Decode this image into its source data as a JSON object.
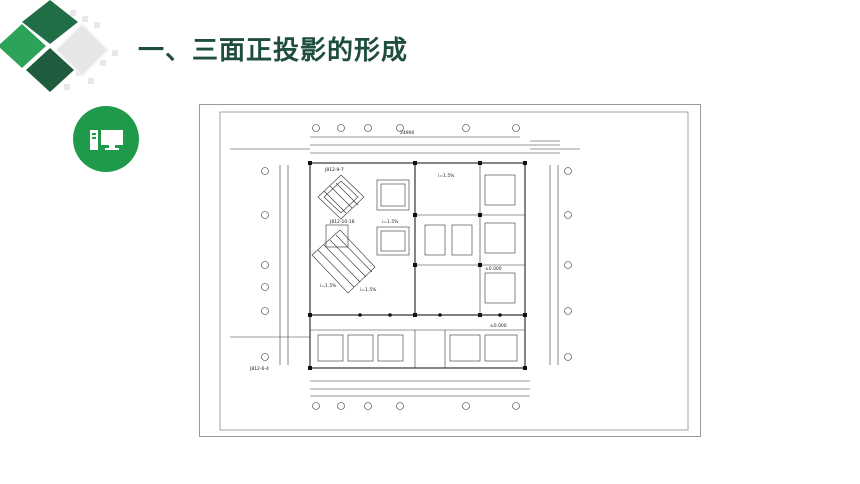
{
  "slide": {
    "title": "一、三面正投影的形成"
  },
  "icons": {
    "logo": "green-diamond-logo",
    "section_icon": "computer-icon"
  },
  "colors": {
    "accent_green": "#1f9a4a",
    "dark_green": "#1f5c3d",
    "title_color": "#1f4e3d"
  },
  "drawing": {
    "type": "architectural-floor-plan",
    "labels": {
      "detail_1": "J812-9-7",
      "detail_2": "J812-10-18",
      "detail_3": "J812-6-4",
      "slope_1": "i=1.5%",
      "slope_2": "i=1.5%",
      "slope_3": "i=1.5%",
      "slope_4": "i=1.5%",
      "level_1": "±0.000",
      "level_2": "±0.000",
      "dim_total": "24900"
    }
  }
}
